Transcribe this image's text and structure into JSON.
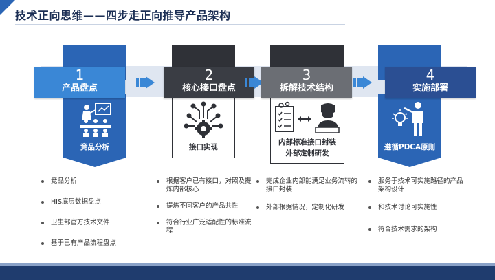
{
  "title": "技术正向思维——四步走正向推导产品架构",
  "steps": [
    {
      "number": "1",
      "label": "产品盘点",
      "sub_label": "竞品分析",
      "icon": "presentation-meeting-icon",
      "color": "#2b65b5",
      "badge_color": "#3a87d6",
      "bullets": [
        "竞品分析",
        "HIS底层数据盘点",
        "卫生部官方技术文件",
        "基于已有产品流程盘点"
      ]
    },
    {
      "number": "2",
      "label": "核心接口盘点",
      "sub_label": "接口实现",
      "icon": "gear-circuit-icon",
      "color": "#2f3137",
      "badge_color": "#3a3d44",
      "bullets": [
        "根据客户已有接口，对照及提炼内部核心",
        "提炼不同客户的产品共性",
        "符合行业广泛适配性的标准流程"
      ]
    },
    {
      "number": "3",
      "label": "拆解技术结构",
      "sub_label": "内部标准接口封装\n外部定制研发",
      "icon": "checklist-engineer-icon",
      "color": "#2f3137",
      "badge_color": "#6b6e74",
      "bullets": [
        "完成企业内部能满足业务流转的接口封装",
        "外部根据情况，定制化研发"
      ]
    },
    {
      "number": "4",
      "label": "实施部署",
      "sub_label": "遵循PDCA原则",
      "icon": "presenter-lightbulb-icon",
      "color": "#2b65b5",
      "badge_color": "#2b4f93",
      "bullets": [
        "服务于技术可实施路径的产品架构设计",
        "和技术讨论可实施性",
        "符合技术需求的架构"
      ]
    }
  ]
}
